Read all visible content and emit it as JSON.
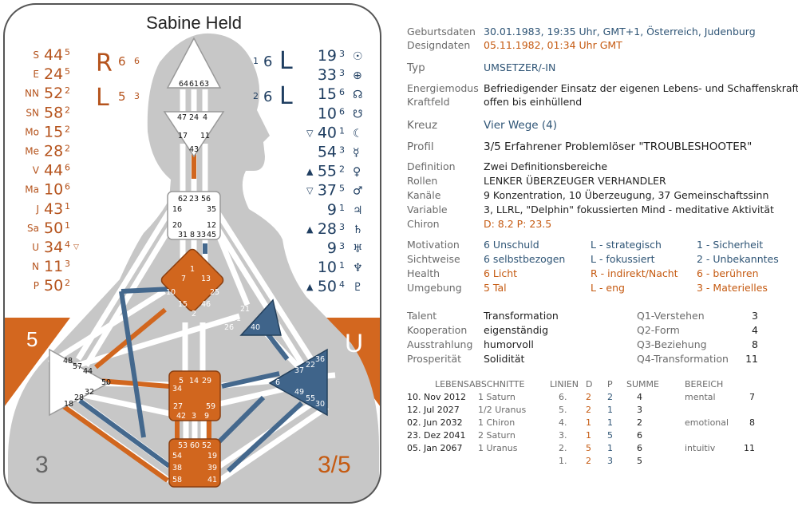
{
  "name": "Sabine Held",
  "colors": {
    "personality": "#1f3e61",
    "design": "#b5531c",
    "orange": "#d1661e",
    "blue": "#3f648a",
    "grey": "#bdbdbd"
  },
  "design_col": [
    {
      "sym": "S",
      "gate": "44",
      "line": "5"
    },
    {
      "sym": "E",
      "gate": "24",
      "line": "5"
    },
    {
      "sym": "NN",
      "gate": "52",
      "line": "2"
    },
    {
      "sym": "SN",
      "gate": "58",
      "line": "2"
    },
    {
      "sym": "Mo",
      "gate": "15",
      "line": "2"
    },
    {
      "sym": "Me",
      "gate": "28",
      "line": "2"
    },
    {
      "sym": "V",
      "gate": "44",
      "line": "6"
    },
    {
      "sym": "Ma",
      "gate": "10",
      "line": "6"
    },
    {
      "sym": "J",
      "gate": "43",
      "line": "1"
    },
    {
      "sym": "Sa",
      "gate": "50",
      "line": "1"
    },
    {
      "sym": "U",
      "gate": "34",
      "line": "4",
      "mark": "▽"
    },
    {
      "sym": "N",
      "gate": "11",
      "line": "3"
    },
    {
      "sym": "P",
      "gate": "50",
      "line": "2"
    }
  ],
  "personality_col": [
    {
      "gate": "19",
      "line": "3",
      "sym": "☉"
    },
    {
      "gate": "33",
      "line": "3",
      "sym": "⊕"
    },
    {
      "gate": "15",
      "line": "6",
      "sym": "☊"
    },
    {
      "gate": "10",
      "line": "6",
      "sym": "☋"
    },
    {
      "gate": "40",
      "line": "1",
      "sym": "☾",
      "mark": "▽"
    },
    {
      "gate": "54",
      "line": "3",
      "sym": "☿"
    },
    {
      "gate": "55",
      "line": "2",
      "sym": "♀",
      "mark": "▲"
    },
    {
      "gate": "37",
      "line": "5",
      "sym": "♂",
      "mark": "▽"
    },
    {
      "gate": "9",
      "line": "1",
      "sym": "♃"
    },
    {
      "gate": "28",
      "line": "3",
      "sym": "♄",
      "mark": "▲"
    },
    {
      "gate": "9",
      "line": "3",
      "sym": "♅"
    },
    {
      "gate": "10",
      "line": "1",
      "sym": "♆"
    },
    {
      "gate": "50",
      "line": "4",
      "sym": "♇",
      "mark": "▲"
    }
  ],
  "variables": {
    "design_top": {
      "letter": "R",
      "a": "6",
      "b": "6"
    },
    "design_bottom": {
      "letter": "L",
      "a": "5",
      "b": "3"
    },
    "pers_top": {
      "pre": "1",
      "a": "6",
      "letter": "L"
    },
    "pers_bottom": {
      "pre": "2",
      "a": "6",
      "letter": "L"
    }
  },
  "corners": {
    "mid_left": "5",
    "mid_right": "U",
    "bottom_left": "3",
    "bottom_right": "3/5"
  },
  "gates": {
    "head": [
      "64",
      "61",
      "63"
    ],
    "ajna_top": [
      "47",
      "24",
      "4"
    ],
    "ajna_mid": [
      "17",
      "11"
    ],
    "ajna_bottom": "43",
    "throat_top": [
      "62",
      "23",
      "56"
    ],
    "throat_16": "16",
    "throat_35": "35",
    "throat_20": "20",
    "throat_12": "12",
    "throat_bottom": [
      "31",
      "8",
      "33",
      "45"
    ],
    "g": [
      "7",
      "1",
      "13",
      "10",
      "25",
      "15",
      "46",
      "2"
    ],
    "ego": [
      "21",
      "51",
      "26",
      "40"
    ],
    "sp_left": [
      "48",
      "57",
      "44",
      "50",
      "32",
      "28",
      "18"
    ],
    "sp_right": [
      "36",
      "22",
      "37",
      "6",
      "49",
      "55",
      "30"
    ],
    "sacral": [
      "5",
      "14",
      "29",
      "34",
      "27",
      "42",
      "3",
      "59",
      "9"
    ],
    "root": [
      "53",
      "60",
      "52",
      "54",
      "19",
      "38",
      "39",
      "58",
      "41"
    ]
  },
  "info": {
    "geburt_label": "Geburtsdaten",
    "geburt_value": "30.01.1983, 19:35 Uhr, GMT+1, Österreich, Judenburg",
    "design_label": "Designdaten",
    "design_value": "05.11.1982, 01:34 Uhr GMT",
    "typ_label": "Typ",
    "typ_value": "UMSETZER/-IN",
    "energie_label": "Energiemodus",
    "energie_value": "Befriedigender Einsatz der eigenen Lebens- und Schaffenskraft",
    "kraft_label": "Kraftfeld",
    "kraft_value": "offen bis einhüllend",
    "kreuz_label": "Kreuz",
    "kreuz_value": "Vier Wege (4)",
    "profil_label": "Profil",
    "profil_value": "3/5 Erfahrener Problemlöser \"TROUBLESHOOTER\"",
    "def_label": "Definition",
    "def_value": "Zwei Definitionsbereiche",
    "rollen_label": "Rollen",
    "rollen_value": "LENKER ÜBERZEUGER VERHANDLER",
    "kanaele_label": "Kanäle",
    "kanaele_value": "9 Konzentration, 10 Überzeugung, 37 Gemeinschaftssinn",
    "variable_label": "Variable",
    "variable_value": "3, LLRL, \"Delphin\" fokussierten Mind - meditative Aktivität",
    "chiron_label": "Chiron",
    "chiron_value": "D: 8.2 P: 23.5"
  },
  "motivation": [
    {
      "label": "Motivation",
      "c1": "6 Unschuld",
      "c2": "L - strategisch",
      "c3": "1 - Sicherheit",
      "tone": "b"
    },
    {
      "label": "Sichtweise",
      "c1": "6 selbstbezogen",
      "c2": "L - fokussiert",
      "c3": "2 - Unbekanntes",
      "tone": "b"
    },
    {
      "label": "Health",
      "c1": "6 Licht",
      "c2": "R - indirekt/Nacht",
      "c3": "6 - berühren",
      "tone": "o"
    },
    {
      "label": "Umgebung",
      "c1": "5 Tal",
      "c2": "L - eng",
      "c3": "3 - Materielles",
      "tone": "o"
    }
  ],
  "talent": [
    {
      "label": "Talent",
      "value": "Transformation",
      "q": "Q1-Verstehen",
      "n": "3"
    },
    {
      "label": "Kooperation",
      "value": "eigenständig",
      "q": "Q2-Form",
      "n": "4"
    },
    {
      "label": "Ausstrahlung",
      "value": "humorvoll",
      "q": "Q3-Beziehung",
      "n": "8"
    },
    {
      "label": "Prosperität",
      "value": "Solidität",
      "q": "Q4-Transformation",
      "n": "11"
    }
  ],
  "life": {
    "headers": {
      "phases": "LEBENSABSCHNITTE",
      "lines": "LINIEN",
      "d": "D",
      "p": "P",
      "sum": "SUMME",
      "area": "BEREICH"
    },
    "rows": [
      {
        "date": "10. Nov 2012",
        "event": "1 Saturn",
        "line": "6.",
        "d": "2",
        "p": "2",
        "sum": "4",
        "area": "mental",
        "an": "7"
      },
      {
        "date": "12. Jul 2027",
        "event": "1/2 Uranus",
        "line": "5.",
        "d": "2",
        "p": "1",
        "sum": "3",
        "area": "",
        "an": ""
      },
      {
        "date": "02. Jun 2032",
        "event": "1 Chiron",
        "line": "4.",
        "d": "1",
        "p": "1",
        "sum": "2",
        "area": "emotional",
        "an": "8"
      },
      {
        "date": "23. Dez 2041",
        "event": "2 Saturn",
        "line": "3.",
        "d": "1",
        "p": "5",
        "sum": "6",
        "area": "",
        "an": ""
      },
      {
        "date": "05. Jan 2067",
        "event": "1 Uranus",
        "line": "2.",
        "d": "5",
        "p": "1",
        "sum": "6",
        "area": "intuitiv",
        "an": "11"
      },
      {
        "date": "",
        "event": "",
        "line": "1.",
        "d": "2",
        "p": "3",
        "sum": "5",
        "area": "",
        "an": ""
      }
    ]
  }
}
